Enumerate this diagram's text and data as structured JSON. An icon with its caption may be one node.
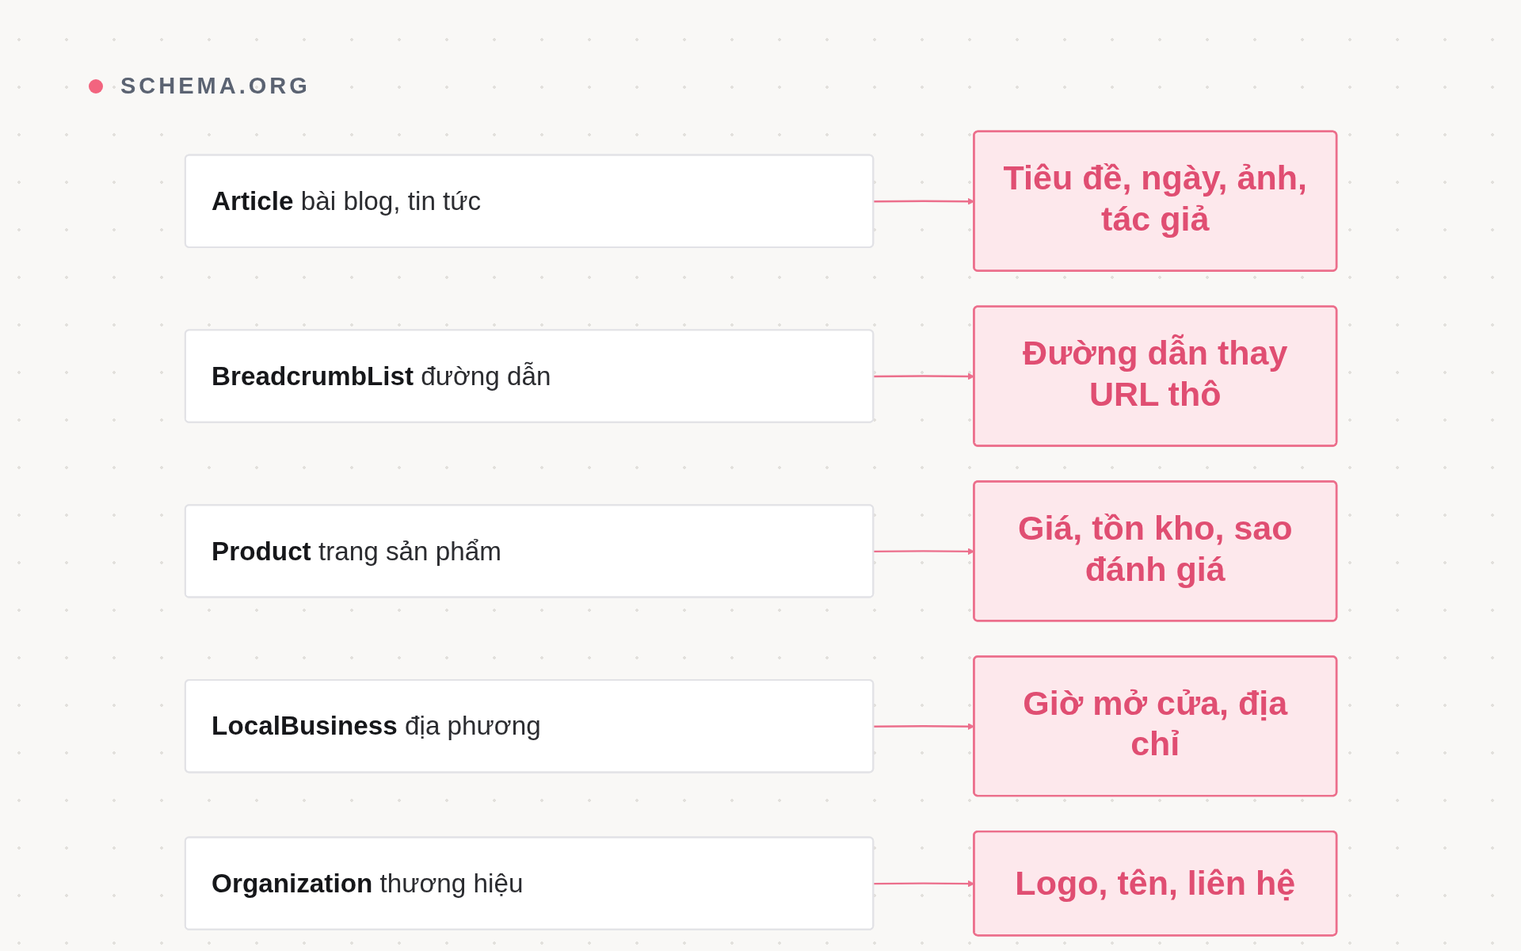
{
  "diagram": {
    "title": "SCHEMA.ORG",
    "nodes": [
      {
        "text": [
          "Article",
          "bài blog, tin tức"
        ]
      },
      {
        "text": [
          "Tiêu đề, ngày, ảnh, tác giả"
        ]
      },
      {
        "text": [
          "BreadcrumbList",
          "đường dẫn"
        ]
      },
      {
        "text": [
          "Đường dẫn thay URL thô"
        ]
      },
      {
        "text": [
          "Product",
          "trang sản phẩm"
        ]
      },
      {
        "text": [
          "Giá, tồn kho, sao đánh giá"
        ]
      },
      {
        "text": [
          "LocalBusiness",
          "địa phương"
        ]
      },
      {
        "text": [
          "Giờ mở cửa, địa chỉ"
        ]
      },
      {
        "text": [
          "Organization",
          "thương hiệu"
        ]
      },
      {
        "text": [
          "Logo, tên, liên hệ"
        ]
      }
    ],
    "edges": [
      {
        "from": 0,
        "to": 1,
        "arrow": "to"
      },
      {
        "from": 2,
        "to": 3,
        "arrow": "to"
      },
      {
        "from": 4,
        "to": 5,
        "arrow": "to"
      },
      {
        "from": 6,
        "to": 7,
        "arrow": "to"
      },
      {
        "from": 8,
        "to": 9,
        "arrow": "to"
      }
    ]
  }
}
